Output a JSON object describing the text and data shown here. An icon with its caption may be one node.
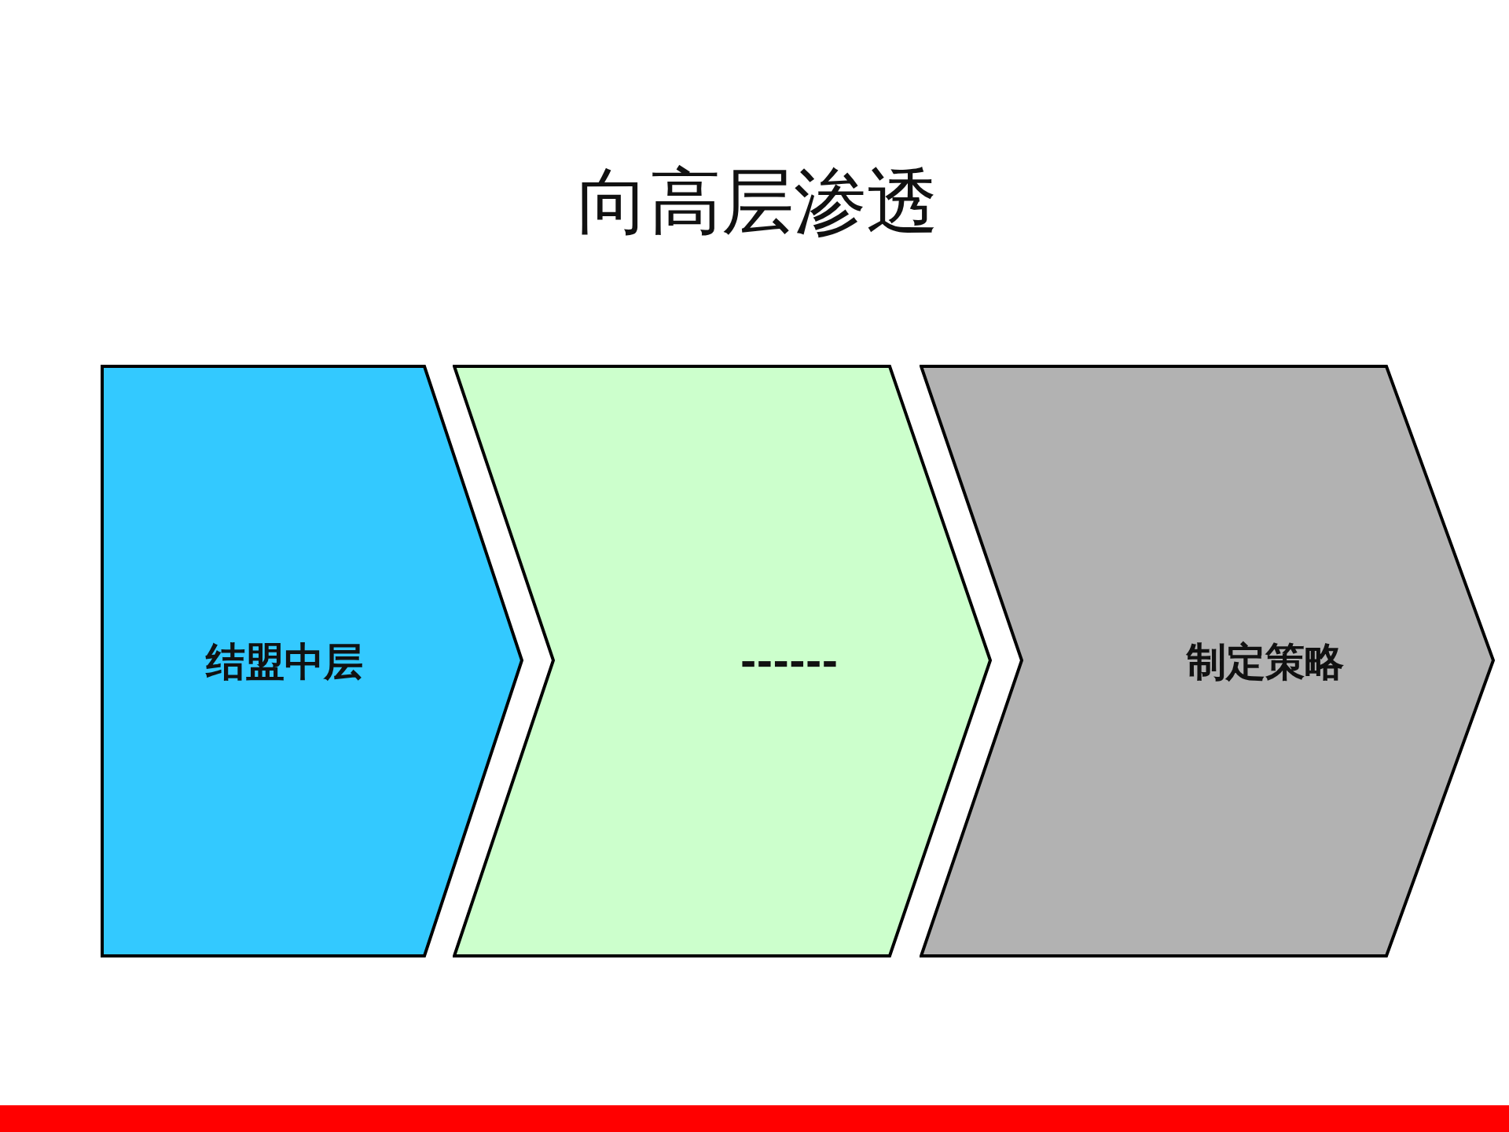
{
  "diagram": {
    "title": "向高层渗透",
    "nodes": [
      {
        "text": [
          "结盟中层"
        ]
      },
      {
        "text": [
          "------"
        ]
      },
      {
        "text": [
          "制定策略"
        ]
      }
    ]
  }
}
